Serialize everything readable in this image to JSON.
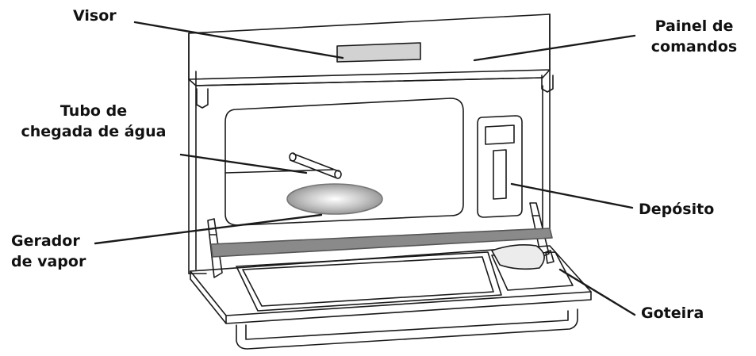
{
  "labels": {
    "visor": "Visor",
    "painel_line1": "Painel de",
    "painel_line2": "comandos",
    "tubo_line1": "Tubo de",
    "tubo_line2": "chegada de água",
    "deposito": "Depósito",
    "gerador_line1": "Gerador",
    "gerador_line2": "de vapor",
    "goteira": "Goteira"
  },
  "colors": {
    "line": "#1a1a1a",
    "gasket": "#8a8a8a",
    "steam_plate": "#a8a8a8",
    "background": "#ffffff"
  }
}
